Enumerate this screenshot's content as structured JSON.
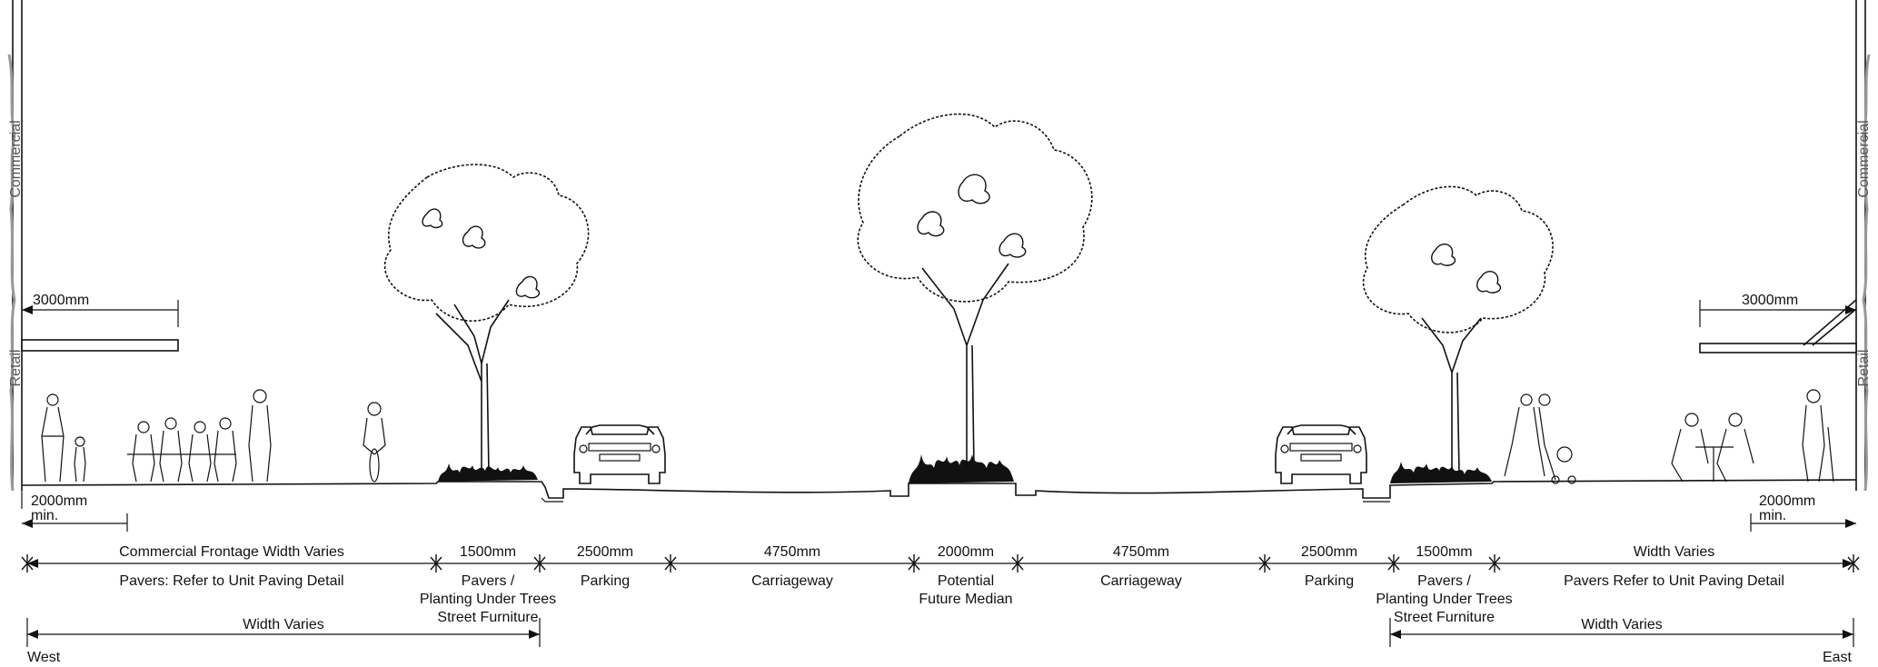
{
  "building_labels": {
    "commercial": "Commercial",
    "retail": "Retail"
  },
  "awning_dims": {
    "left": "3000mm",
    "right": "3000mm"
  },
  "footpath_dims": {
    "left": "2000mm\nmin.",
    "right": "2000mm\nmin."
  },
  "segments": [
    {
      "dim": "Commercial Frontage Width Varies",
      "label": "Pavers: Refer to Unit Paving Detail"
    },
    {
      "dim": "1500mm",
      "label": "Pavers /\nPlanting Under Trees\nStreet Furniture"
    },
    {
      "dim": "2500mm",
      "label": "Parking"
    },
    {
      "dim": "4750mm",
      "label": "Carriageway"
    },
    {
      "dim": "2000mm",
      "label": "Potential\nFuture Median"
    },
    {
      "dim": "4750mm",
      "label": "Carriageway"
    },
    {
      "dim": "2500mm",
      "label": "Parking"
    },
    {
      "dim": "1500mm",
      "label": "Pavers /\nPlanting Under Trees\nStreet Furniture"
    },
    {
      "dim": "Width Varies",
      "label": "Pavers Refer to Unit Paving Detail"
    }
  ],
  "overall": {
    "left": "Width Varies",
    "right": "Width Varies"
  },
  "directions": {
    "west": "West",
    "east": "East"
  }
}
